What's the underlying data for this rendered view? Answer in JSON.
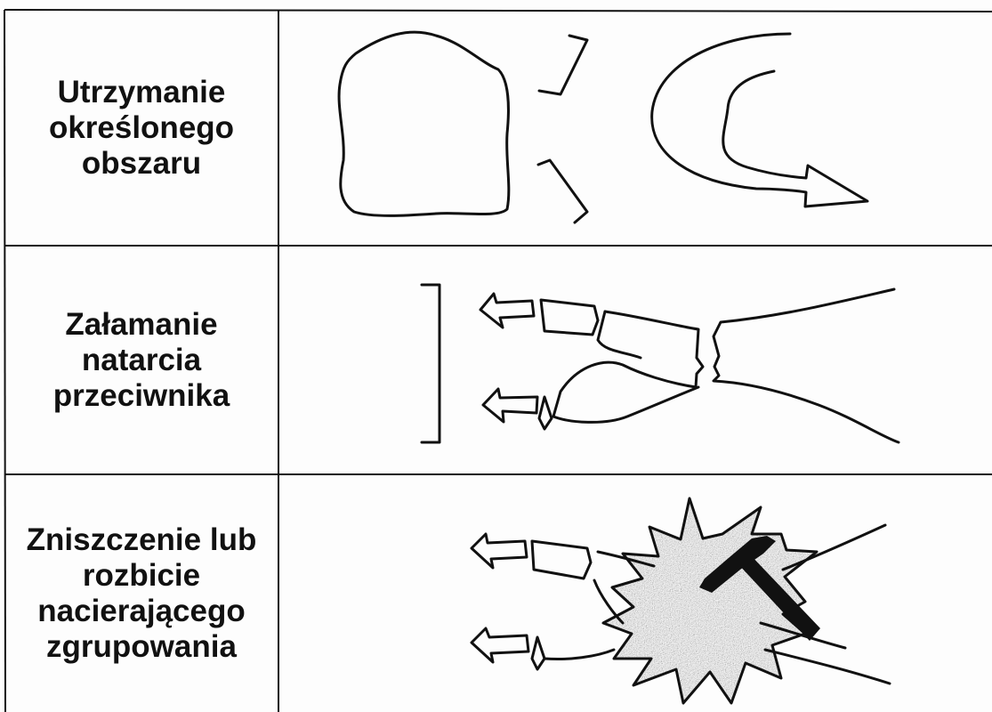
{
  "rows": [
    {
      "label_lines": [
        "Utrzymanie",
        "określonego",
        "obszaru"
      ],
      "symbol": "area-hold-symbol"
    },
    {
      "label_lines": [
        "Załamanie",
        "natarcia",
        "przeciwnika"
      ],
      "symbol": "break-attack-symbol"
    },
    {
      "label_lines": [
        "Zniszczenie lub",
        "rozbicie",
        "nacierającego",
        "zgrupowania"
      ],
      "symbol": "destroy-attack-symbol"
    }
  ],
  "colors": {
    "ink": "#111111",
    "paper": "#fdfdfd",
    "stipple": "#bdbdbd"
  }
}
